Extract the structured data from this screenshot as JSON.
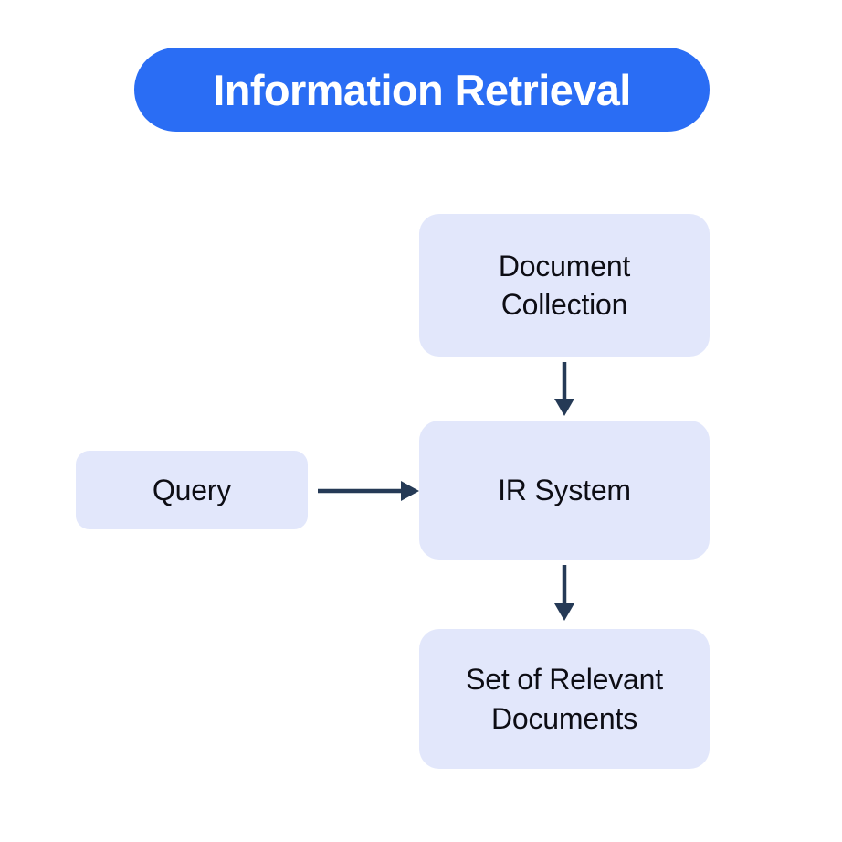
{
  "diagram": {
    "title": "Information Retrieval",
    "background_color": "#ffffff",
    "accent_color": "#2a6df4",
    "node_fill_color": "#e2e7fb",
    "node_text_color": "#0d0d14",
    "arrow_color": "#253a56",
    "nodes": [
      {
        "id": "document-collection",
        "label": "Document\nCollection"
      },
      {
        "id": "query",
        "label": "Query"
      },
      {
        "id": "ir-system",
        "label": "IR System"
      },
      {
        "id": "relevant-documents",
        "label": "Set of Relevant\nDocuments"
      }
    ],
    "edges": [
      {
        "id": "doc-to-ir",
        "from": "document-collection",
        "to": "ir-system",
        "direction": "down",
        "label": ""
      },
      {
        "id": "query-to-ir",
        "from": "query",
        "to": "ir-system",
        "direction": "right",
        "label": ""
      },
      {
        "id": "ir-to-docs",
        "from": "ir-system",
        "to": "relevant-documents",
        "direction": "down",
        "label": ""
      }
    ]
  }
}
